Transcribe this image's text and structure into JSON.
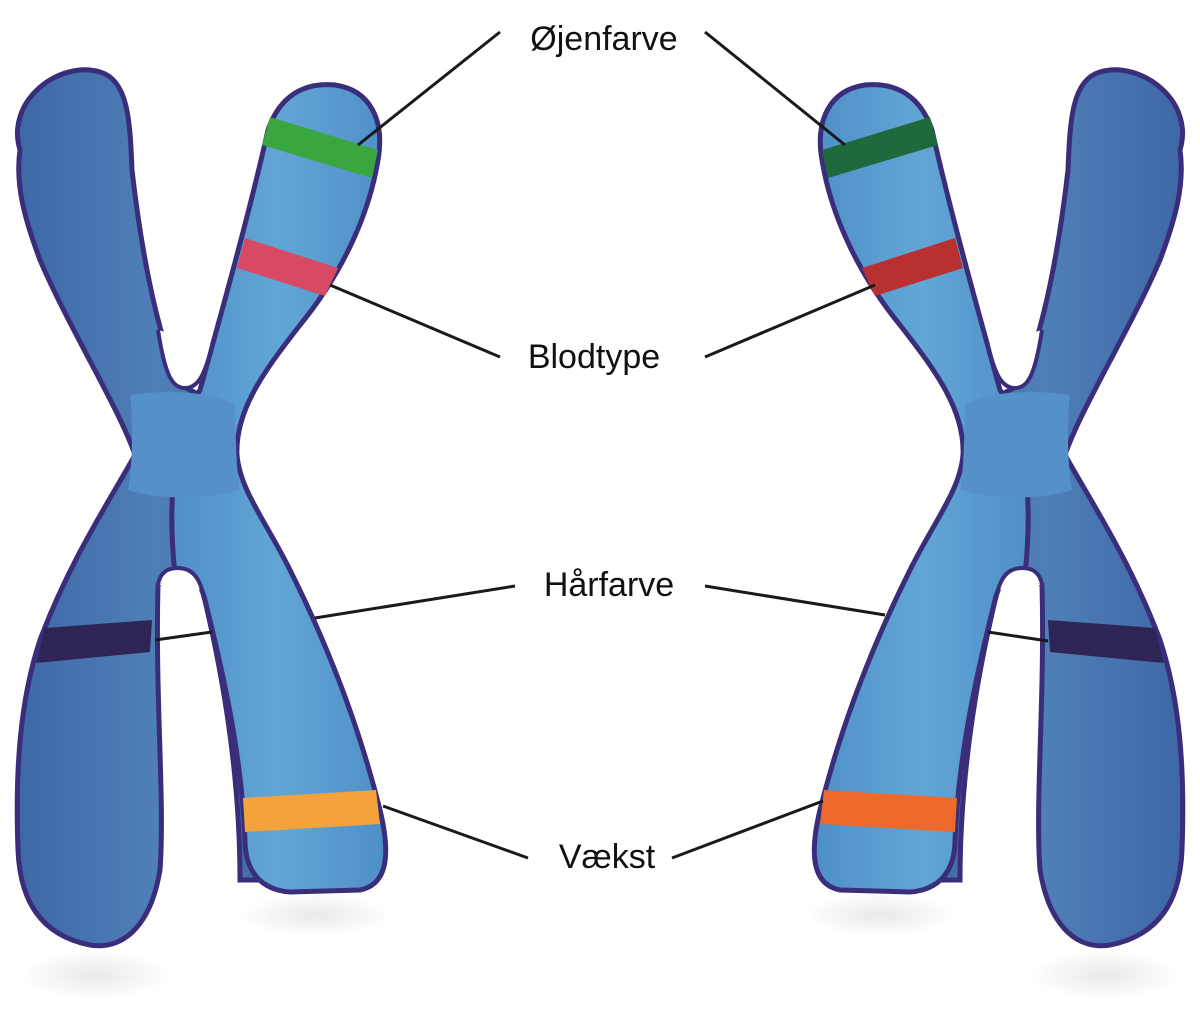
{
  "labels": {
    "eye_color": "Øjenfarve",
    "blood_type": "Blodtype",
    "hair_color": "Hårfarve",
    "growth": "Vækst"
  },
  "colors": {
    "background": "#ffffff",
    "chromosome_light": "#5b9fd1",
    "chromosome_dark": "#4572ab",
    "outline": "#3a2d7a",
    "band_eye_left": "#3aa640",
    "band_eye_right": "#1f6a3c",
    "band_blood_left": "#d84a63",
    "band_blood_right": "#b8302f",
    "band_hair": "#2e2456",
    "band_growth_left": "#f4a23c",
    "band_growth_right": "#ee6a2c",
    "leader_line": "#1a1a1a"
  }
}
